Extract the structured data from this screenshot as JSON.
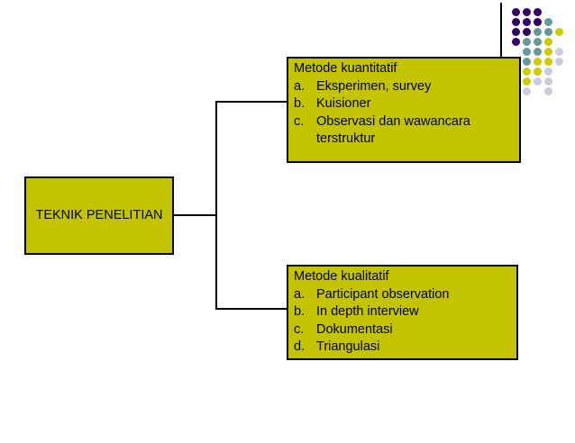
{
  "slide": {
    "background_color": "#ffffff",
    "diagram": {
      "root": {
        "label": "TEKNIK PENELITIAN"
      },
      "branches": [
        {
          "id": "quantitative",
          "title": "Metode kuantitatif",
          "items": [
            {
              "marker": "a.",
              "text": "Eksperimen, survey"
            },
            {
              "marker": "b.",
              "text": "Kuisioner"
            },
            {
              "marker": "c.",
              "text": "Observasi dan wawancara terstruktur"
            }
          ]
        },
        {
          "id": "qualitative",
          "title": "Metode kualitatif",
          "items": [
            {
              "marker": "a.",
              "text": "Participant observation"
            },
            {
              "marker": "b.",
              "text": "In depth interview"
            },
            {
              "marker": "c.",
              "text": "Dokumentasi"
            },
            {
              "marker": "d.",
              "text": "Triangulasi"
            }
          ]
        }
      ]
    },
    "colors": {
      "node_fill": "#C3C300",
      "node_border": "#000000",
      "connector": "#000000",
      "text": "#000000"
    },
    "decoration": {
      "dot_colors": {
        "P": "#330066",
        "T": "#669999",
        "Y": "#CCCC00",
        "L": "#CCCCE0"
      },
      "dot_pattern": [
        [
          "P",
          "P",
          "P",
          "",
          ""
        ],
        [
          "P",
          "P",
          "P",
          "T",
          ""
        ],
        [
          "P",
          "P",
          "T",
          "T",
          "Y"
        ],
        [
          "P",
          "T",
          "T",
          "Y",
          ""
        ],
        [
          "",
          "T",
          "T",
          "Y",
          "L"
        ],
        [
          "",
          "T",
          "Y",
          "Y",
          "L"
        ],
        [
          "",
          "Y",
          "Y",
          "L",
          ""
        ],
        [
          "",
          "Y",
          "L",
          "L",
          ""
        ],
        [
          "",
          "L",
          "",
          "L",
          ""
        ]
      ]
    }
  }
}
